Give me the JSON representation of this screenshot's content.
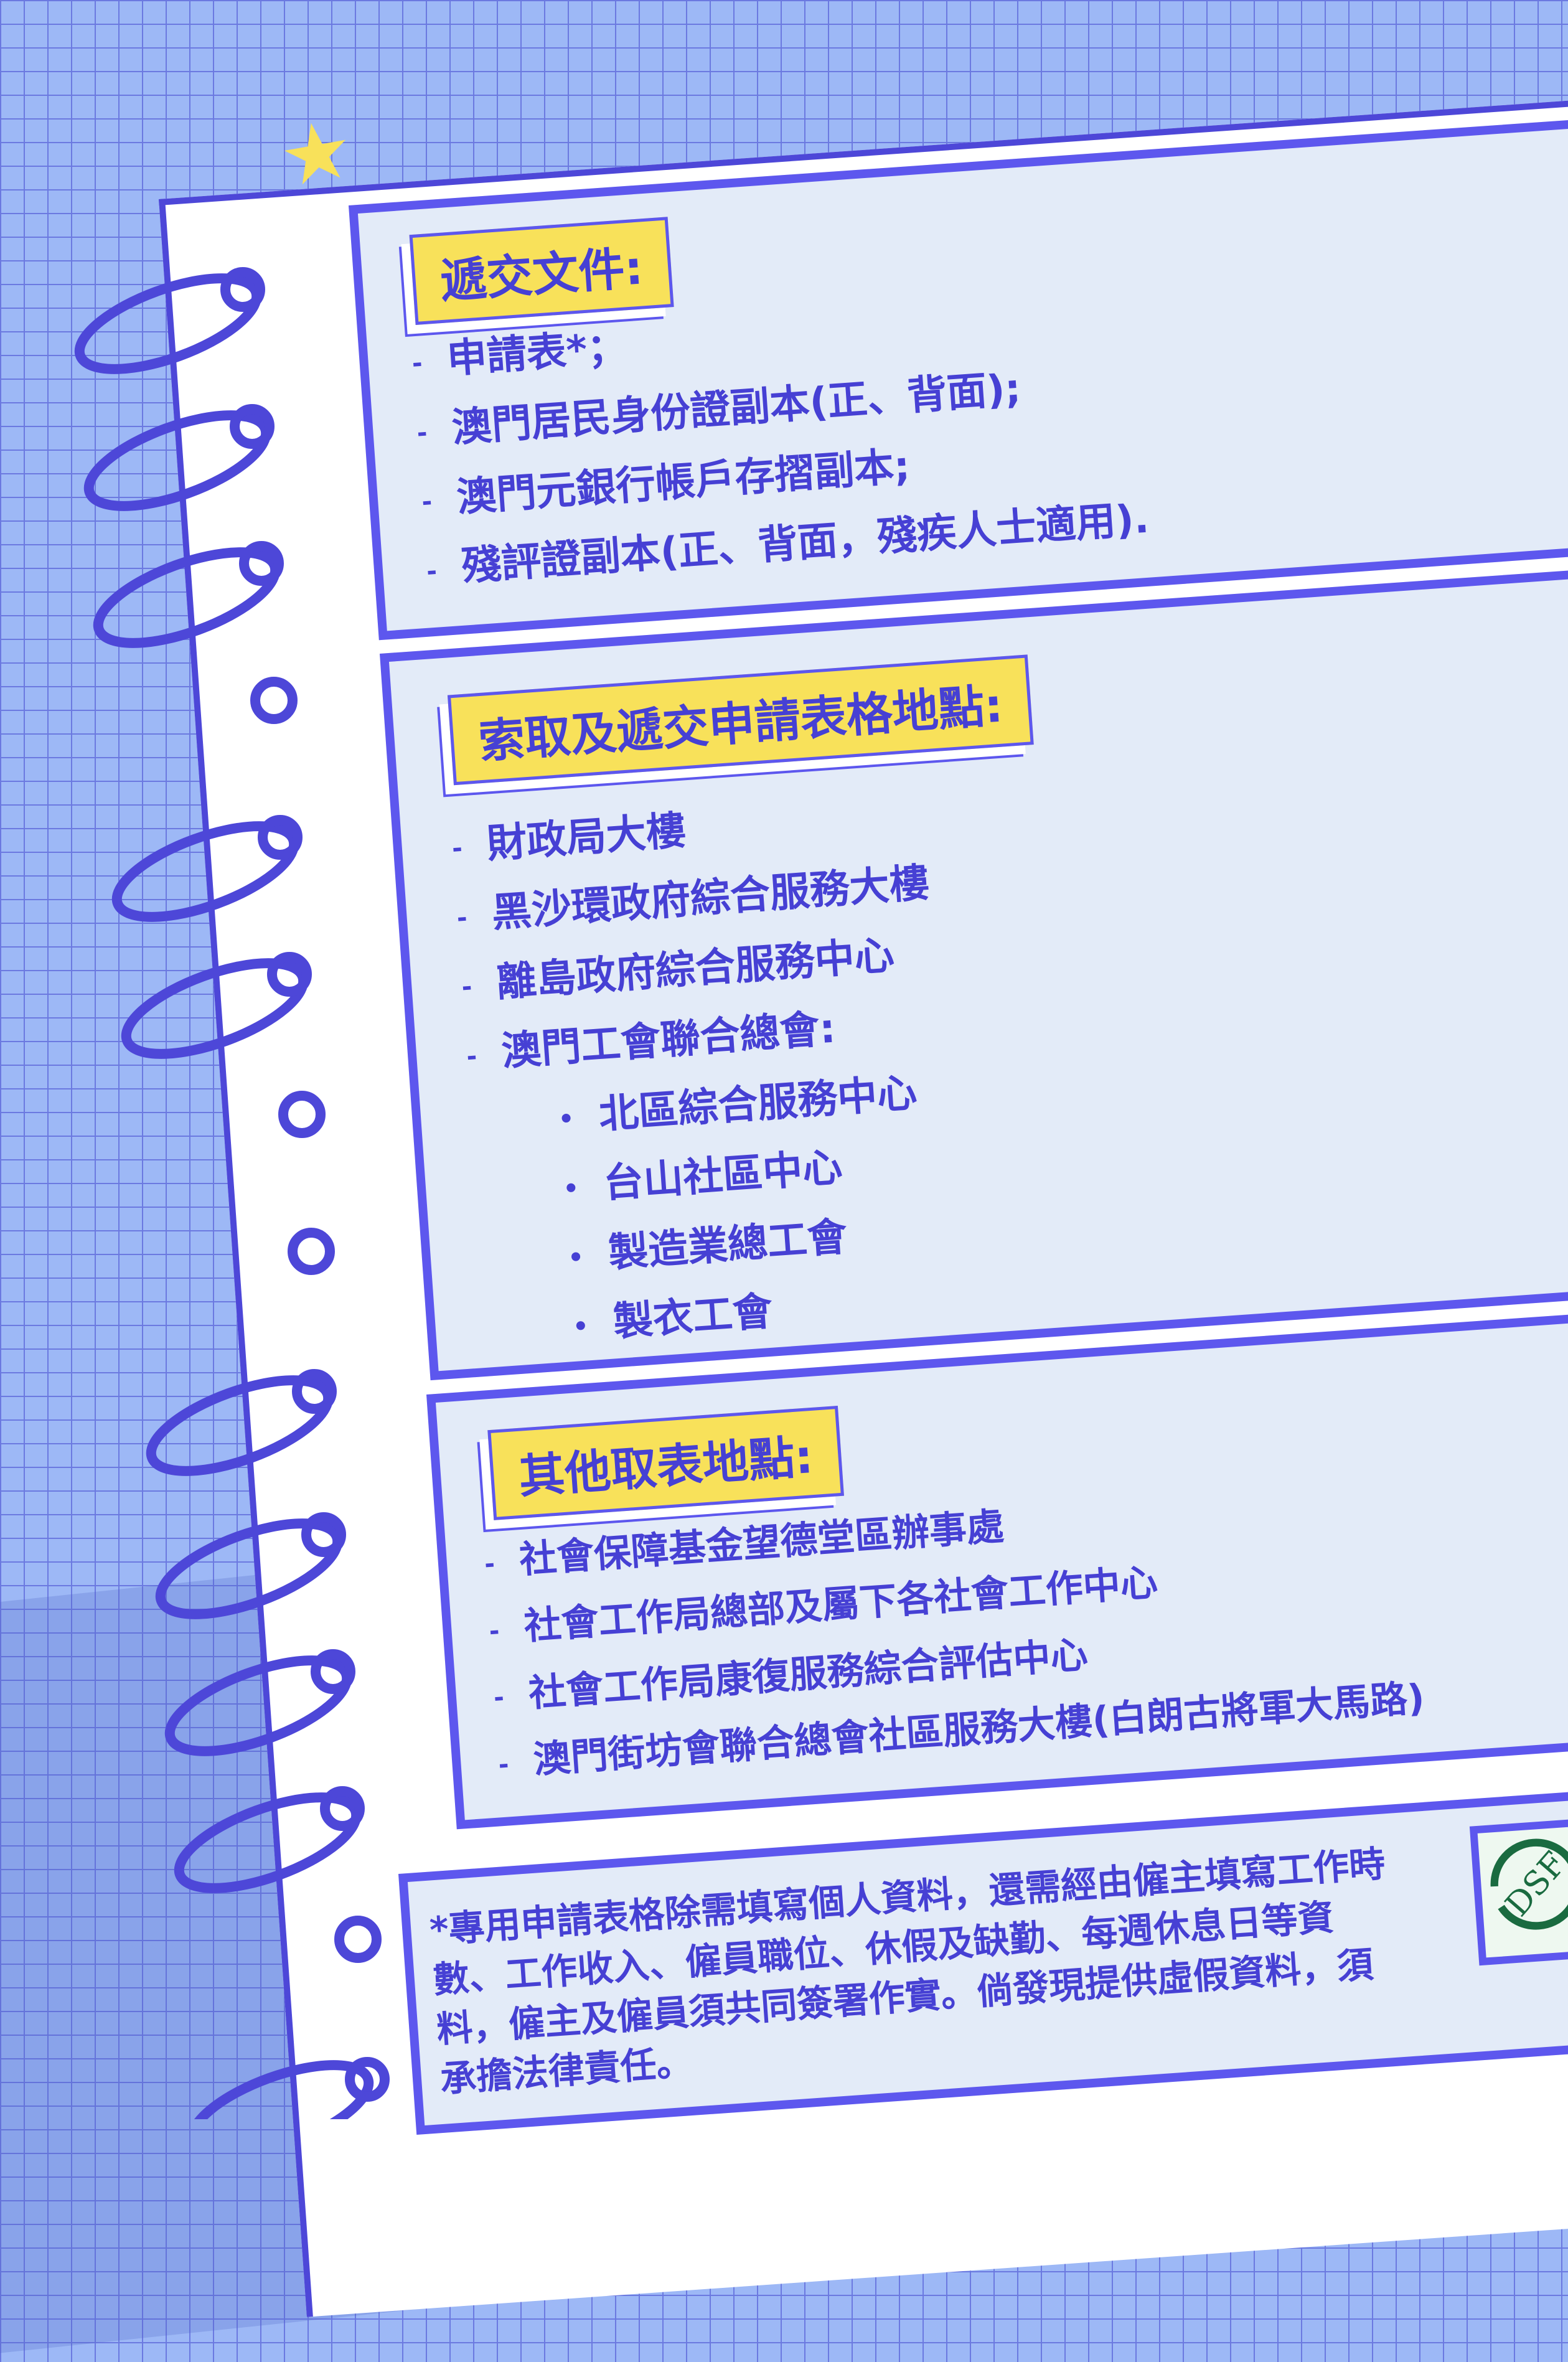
{
  "sections": [
    {
      "title": "遞交文件:",
      "items": [
        "申請表*；",
        "澳門居民身份證副本(正、背面);",
        "澳門元銀行帳戶存摺副本;",
        "殘評證副本(正、背面，殘疾人士適用)."
      ]
    },
    {
      "title": "索取及遞交申請表格地點:",
      "items": [
        "財政局大樓",
        "黑沙環政府綜合服務大樓",
        "離島政府綜合服務中心",
        "澳門工會聯合總會:"
      ],
      "subitems": [
        "北區綜合服務中心",
        "台山社區中心",
        "製造業總工會",
        "製衣工會"
      ]
    },
    {
      "title": "其他取表地點:",
      "items": [
        "社會保障基金望德堂區辦事處",
        "社會工作局總部及屬下各社會工作中心",
        "社會工作局康復服務綜合評估中心",
        "澳門街坊會聯合總會社區服務大樓(白朗古將軍大馬路)"
      ]
    }
  ],
  "note": "*專用申請表格除需填寫個人資料，還需經由僱主填寫工作時數、工作收入、僱員職位、休假及缺勤、每週休息日等資料，僱主及僱員須共同簽署作實。倘發現提供虛假資料，須承擔法律責任。",
  "logo": "DSF",
  "colors": {
    "accent": "#5d57ee",
    "banner": "#f8e15a",
    "panel": "#e3ebf8",
    "text": "#4640d4"
  }
}
